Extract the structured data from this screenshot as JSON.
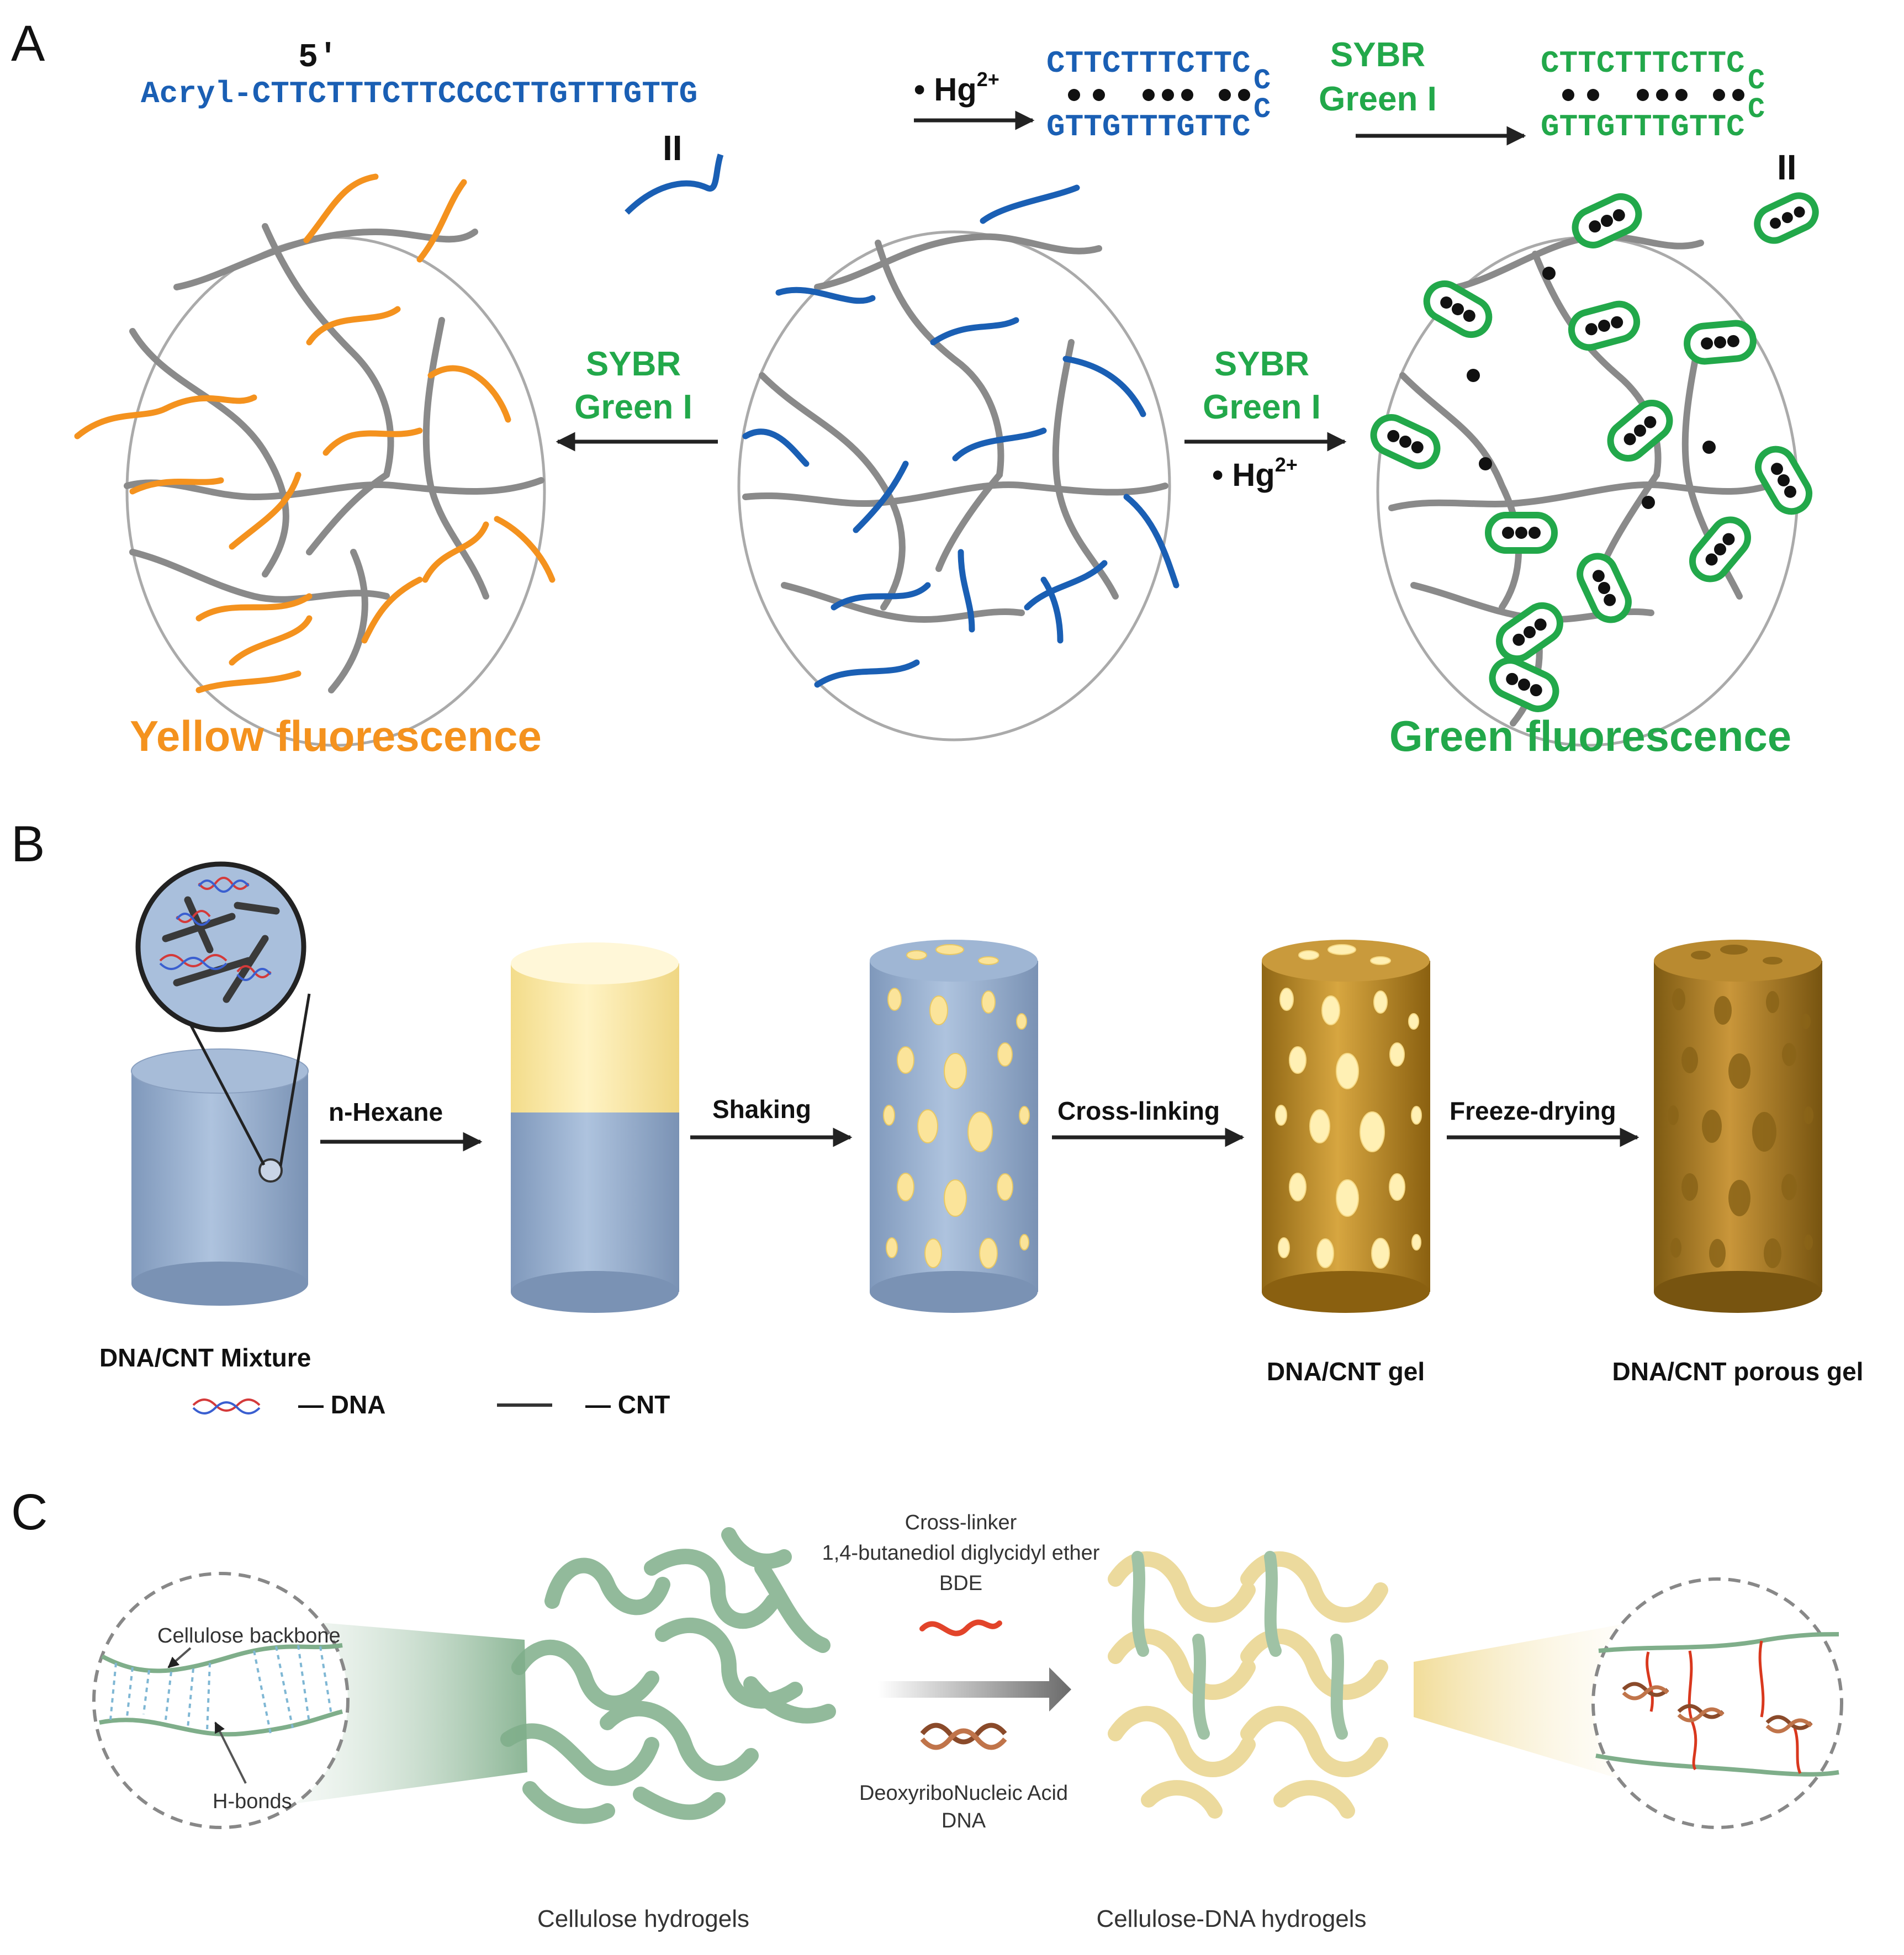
{
  "colors": {
    "blue": "#1a5fb4",
    "green": "#22a84a",
    "orange": "#f4921e",
    "gray": "#8a8a8a",
    "black": "#111111",
    "cyl_blue": "#8ea7c7",
    "cyl_yellow": "#fbe9a4",
    "cyl_gold": "#b88a2a",
    "cell_green": "#7fae8a"
  },
  "panel_a": {
    "label": "A",
    "five_prime": "5′",
    "acryl_prefix": "Acryl-",
    "sequence": "CTTCTTTCTTCCCCTTGTTTGTTG",
    "hg_label": "• Hg",
    "hg_charge": "2+",
    "hairpin_top": "CTTCTTTCTTC",
    "hairpin_bottom": "GTTGTTTGTTC",
    "hairpin_loop_1": "C",
    "hairpin_loop_2": "C",
    "sybr_line1": "SYBR",
    "sybr_line2": "Green I",
    "equals_sign": "II",
    "left_arrow_line1": "SYBR",
    "left_arrow_line2": "Green I",
    "right_arrow_line1": "SYBR",
    "right_arrow_line2": "Green I",
    "right_arrow_hg": "• Hg",
    "right_arrow_charge": "2+",
    "yellow_caption": "Yellow fluorescence",
    "green_caption": "Green fluorescence"
  },
  "panel_b": {
    "label": "B",
    "step1": "n-Hexane",
    "step2": "Shaking",
    "step3": "Cross-linking",
    "step4": "Freeze-drying",
    "caption1": "DNA/CNT Mixture",
    "caption4": "DNA/CNT gel",
    "caption5": "DNA/CNT porous gel",
    "legend_dna": "— DNA",
    "legend_cnt": "— CNT"
  },
  "panel_c": {
    "label": "C",
    "backbone_label": "Cellulose backbone",
    "hbond_label": "H-bonds",
    "crosslinker_line1": "Cross-linker",
    "crosslinker_line2": "1,4-butanediol diglycidyl ether",
    "crosslinker_line3": "BDE",
    "dna_line1": "DeoxyriboNucleic Acid",
    "dna_line2": "DNA",
    "caption_left": "Cellulose hydrogels",
    "caption_right": "Cellulose-DNA hydrogels"
  }
}
